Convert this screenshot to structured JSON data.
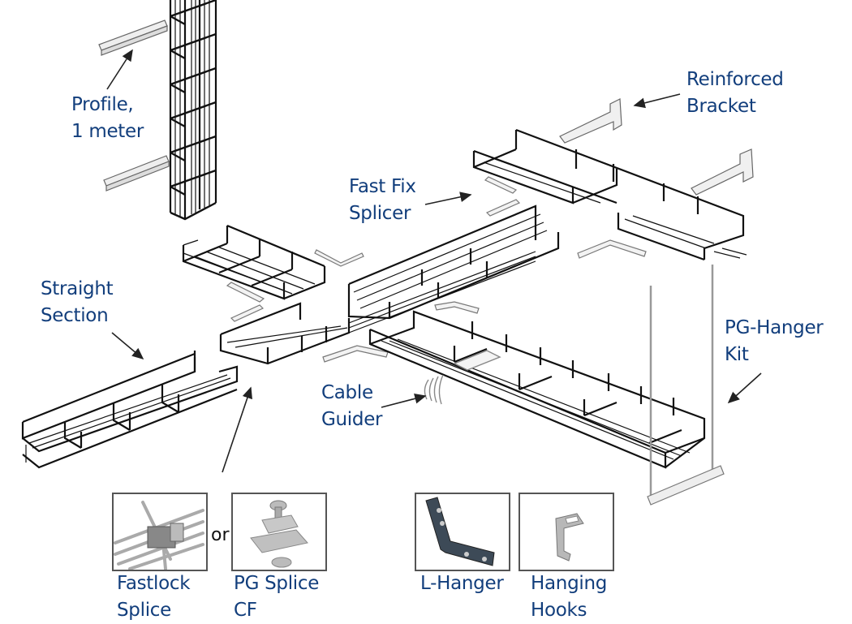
{
  "diagram": {
    "title": "Wire mesh cable tray system components",
    "colors": {
      "label": "#123e7c",
      "wire": "#111111",
      "accessory": "#777777",
      "arrow": "#222222"
    },
    "callouts": [
      {
        "id": "profile",
        "lines": [
          "Profile,",
          "1 meter"
        ]
      },
      {
        "id": "reinforced-bracket",
        "lines": [
          "Reinforced",
          "Bracket"
        ]
      },
      {
        "id": "fast-fix-splicer",
        "lines": [
          "Fast Fix",
          "Splicer"
        ]
      },
      {
        "id": "straight-section",
        "lines": [
          "Straight",
          "Section"
        ]
      },
      {
        "id": "pg-hanger-kit",
        "lines": [
          "PG-Hanger",
          "Kit"
        ]
      },
      {
        "id": "cable-guider",
        "lines": [
          "Cable",
          "Guider"
        ]
      }
    ],
    "inset_items": [
      {
        "id": "fastlock-splice",
        "lines": [
          "Fastlock",
          "Splice"
        ],
        "icon": "fastlock-splice-icon"
      },
      {
        "id": "pg-splice-cf",
        "lines": [
          "PG Splice",
          "CF"
        ],
        "icon": "pg-splice-icon"
      },
      {
        "id": "l-hanger",
        "lines": [
          "L-Hanger"
        ],
        "icon": "l-hanger-icon"
      },
      {
        "id": "hanging-hooks",
        "lines": [
          "Hanging",
          "Hooks"
        ],
        "icon": "hanging-hook-icon"
      }
    ],
    "or_text": "or"
  }
}
